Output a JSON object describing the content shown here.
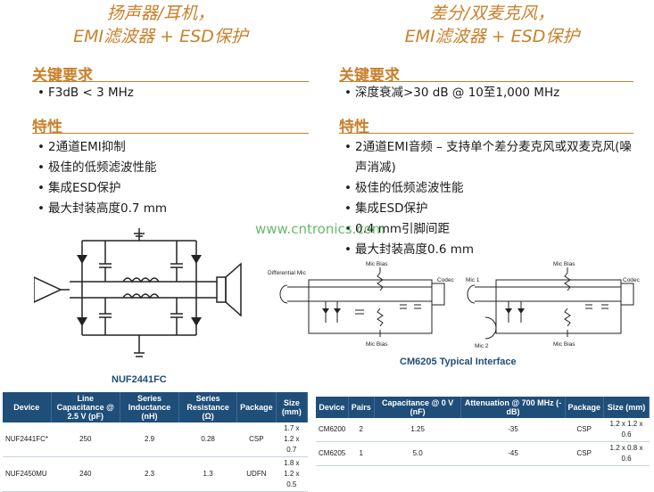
{
  "left": {
    "title_line1": "扬声器/耳机，",
    "title_line2": "EMI滤波器 + ESD保护",
    "requirements_heading": "关键要求",
    "requirements": [
      "F3dB < 3 MHz"
    ],
    "features_heading": "特性",
    "features": [
      "2通道EMI抑制",
      "极佳的低频滤波性能",
      "集成ESD保护",
      "最大封装高度0.7 mm"
    ],
    "diagram_caption": "NUF2441FC",
    "table": {
      "headers": [
        "Device",
        "Line Capacitance @ 2.5 V (pF)",
        "Series Inductance (nH)",
        "Series Resistance (Ω)",
        "Package",
        "Size (mm)"
      ],
      "rows": [
        [
          "NUF2441FC*",
          "250",
          "2.9",
          "0.28",
          "CSP",
          "1.7 x 1.2 x 0.7"
        ],
        [
          "NUF2450MU",
          "240",
          "2.3",
          "1.3",
          "UDFN",
          "1.8 x 1.2 x 0.5"
        ]
      ]
    }
  },
  "right": {
    "title_line1": "差分/双麦克风，",
    "title_line2": "EMI滤波器 + ESD保护",
    "requirements_heading": "关键要求",
    "requirements": [
      "深度衰减>30 dB @ 10至1,000 MHz"
    ],
    "features_heading": "特性",
    "features": [
      "2通道EMI音频 – 支持单个差分麦克风或双麦克风(噪声消减)",
      "极佳的低频滤波性能",
      "集成ESD保护",
      "0.4 mm引脚间距",
      "最大封装高度0.6 mm"
    ],
    "diagram_labels": {
      "differential_mic": "Differential Mic",
      "mic_bias_top": "Mic Bias",
      "mic_bias_bottom": "Mic Bias",
      "codec": "Codec",
      "mic1": "Mic 1",
      "mic2": "Mic 2",
      "mic_bias_top2": "Mic Bias",
      "mic_bias_bottom2": "Mic Bias",
      "codec2": "Codec"
    },
    "diagram_caption": "CM6205 Typical Interface",
    "table": {
      "headers": [
        "Device",
        "Pairs",
        "Capacitance @ 0 V (nF)",
        "Attenuation @ 700 MHz (-dB)",
        "Package",
        "Size (mm)"
      ],
      "rows": [
        [
          "CM6200",
          "2",
          "1.25",
          "-35",
          "CSP",
          "1.2 x 1.2 x 0.6"
        ],
        [
          "CM6205",
          "1",
          "5.0",
          "-45",
          "CSP",
          "1.2 x 0.8 x 0.6"
        ]
      ]
    }
  },
  "watermark": "www.cntronics.com",
  "colors": {
    "accent": "#c8802a",
    "table_header": "#1f4e79",
    "watermark": "#4caf50"
  }
}
